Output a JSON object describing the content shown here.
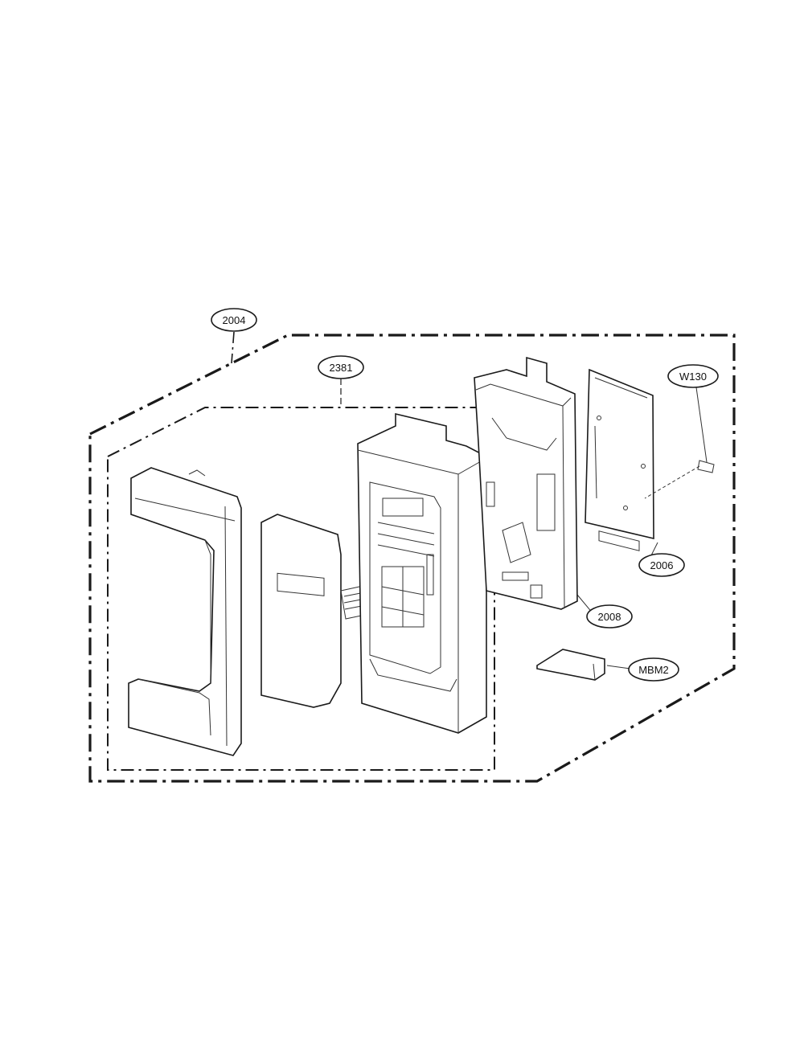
{
  "callouts": [
    {
      "id": "c2004",
      "label": "2004"
    },
    {
      "id": "c2381",
      "label": "2381"
    },
    {
      "id": "cW130",
      "label": "W130"
    },
    {
      "id": "c2006",
      "label": "2006"
    },
    {
      "id": "c2008",
      "label": "2008"
    },
    {
      "id": "cMBM2",
      "label": "MBM2"
    }
  ]
}
